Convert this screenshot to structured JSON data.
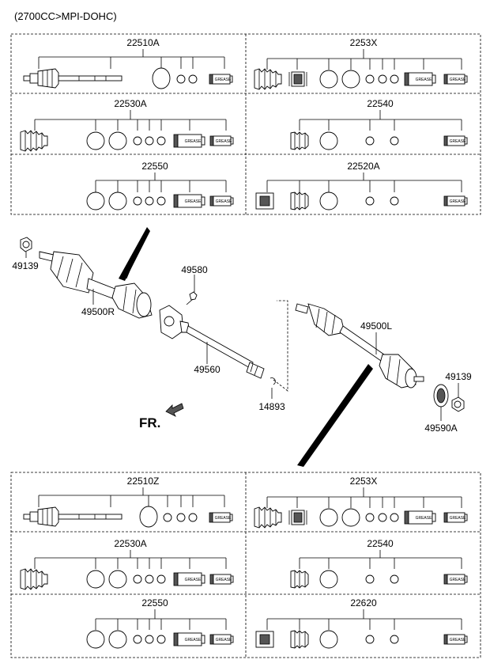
{
  "header": {
    "engine": "(2700CC>MPI-DOHC)"
  },
  "top_kits": [
    {
      "code": "22510A"
    },
    {
      "code": "2253X"
    },
    {
      "code": "22530A"
    },
    {
      "code": "22540"
    },
    {
      "code": "22550"
    },
    {
      "code": "22520A"
    }
  ],
  "bottom_kits": [
    {
      "code": "22510Z"
    },
    {
      "code": "2253X"
    },
    {
      "code": "22530A"
    },
    {
      "code": "22540"
    },
    {
      "code": "22550"
    },
    {
      "code": "22620"
    }
  ],
  "grease_label": "GREASE",
  "callouts": {
    "nut_left": "49139",
    "shaft_right": "49500R",
    "bolt": "49580",
    "intermediate_shaft": "49560",
    "snap_ring": "14893",
    "shaft_left": "49500L",
    "nut_right": "49139",
    "tone_ring": "49590A"
  },
  "front_indicator": {
    "label": "FR."
  }
}
